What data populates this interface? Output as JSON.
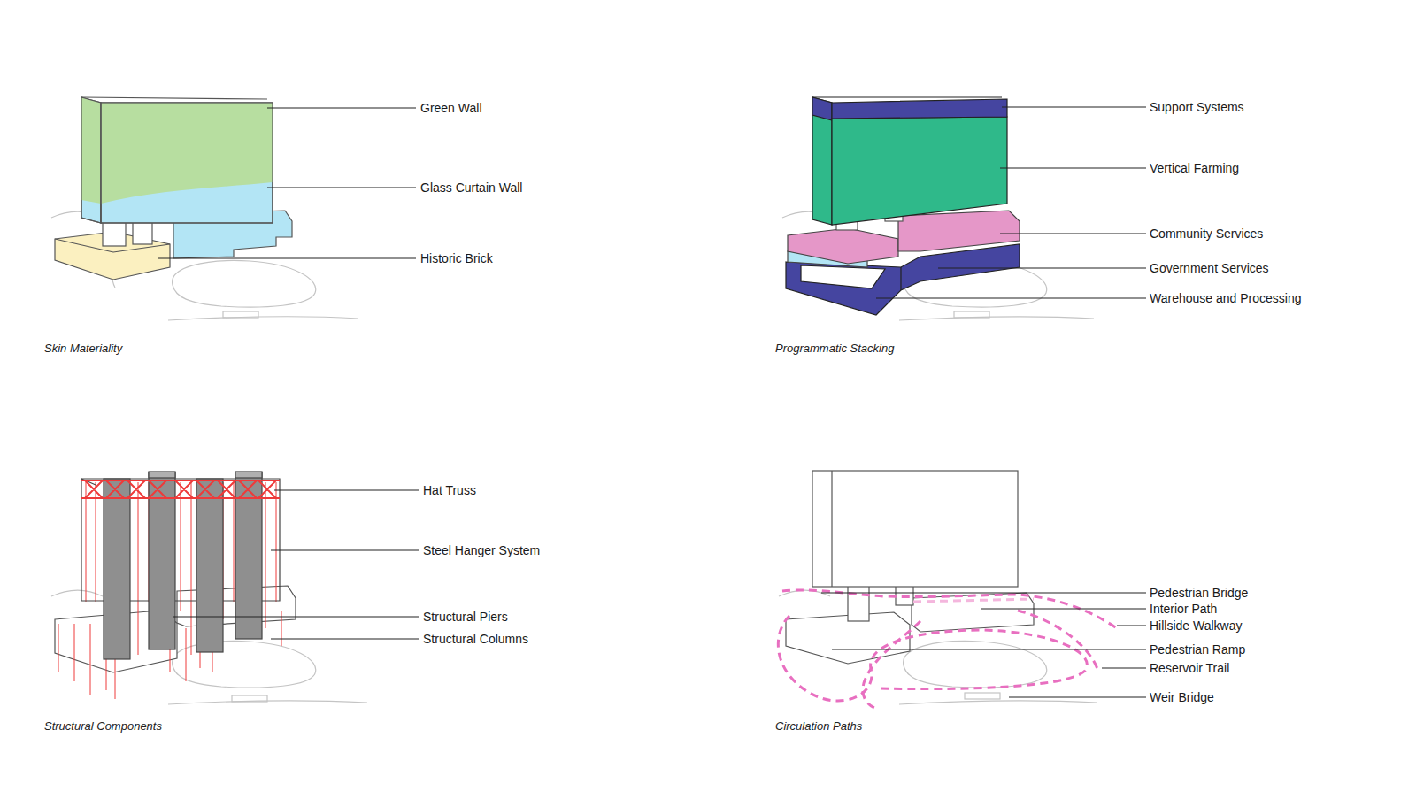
{
  "diagram": {
    "labels": [
      "Green Wall",
      "Glass Curtain Wall",
      "Historic Brick",
      "Skin Materiality",
      "Support Systems",
      "Vertical Farming",
      "Community Services",
      "Government Services",
      "Warehouse and Processing",
      "Programmatic Stacking",
      "Hat Truss",
      "Steel Hanger System",
      "Structural Piers",
      "Structural Columns",
      "Structural Components",
      "Pedestrian Bridge",
      "Interior Path",
      "Hillside Walkway",
      "Pedestrian Ramp",
      "Reservoir Trail",
      "Weir Bridge",
      "Circulation Paths"
    ]
  }
}
